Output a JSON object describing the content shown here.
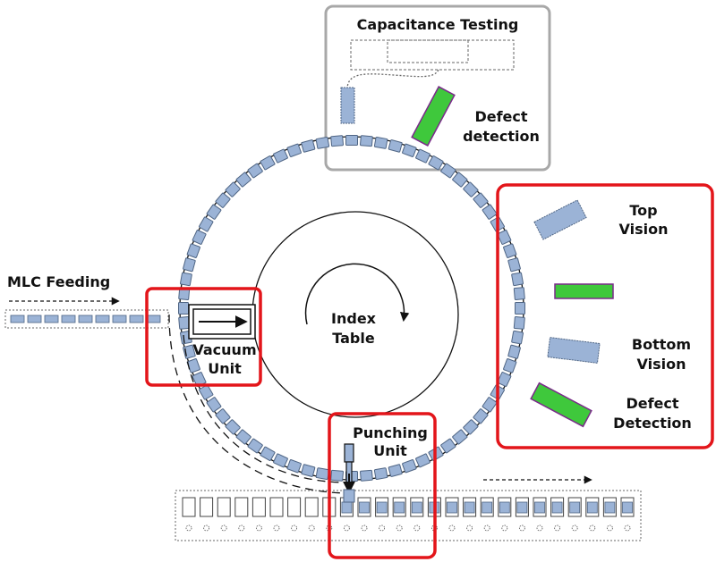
{
  "labels": {
    "capacitance_testing": "Capacitance Testing",
    "defect_detection_top": [
      "Defect",
      "detection"
    ],
    "top_vision": [
      "Top",
      "Vision"
    ],
    "bottom_vision": [
      "Bottom",
      "Vision"
    ],
    "defect_detection_right": [
      "Defect",
      "Detection"
    ],
    "mlc_feeding": "MLC Feeding",
    "vacuum_unit": [
      "Vacuum",
      "Unit"
    ],
    "index_table": [
      "Index",
      "Table"
    ],
    "punching_unit": [
      "Punching",
      "Unit"
    ]
  },
  "colors": {
    "part_fill": "#9bb3d6",
    "part_stroke": "#4f6584",
    "green": "#3fc83c",
    "green_stroke": "#7a2a8a",
    "red_box": "#e3151a",
    "gray_box": "#a8a8a8"
  }
}
